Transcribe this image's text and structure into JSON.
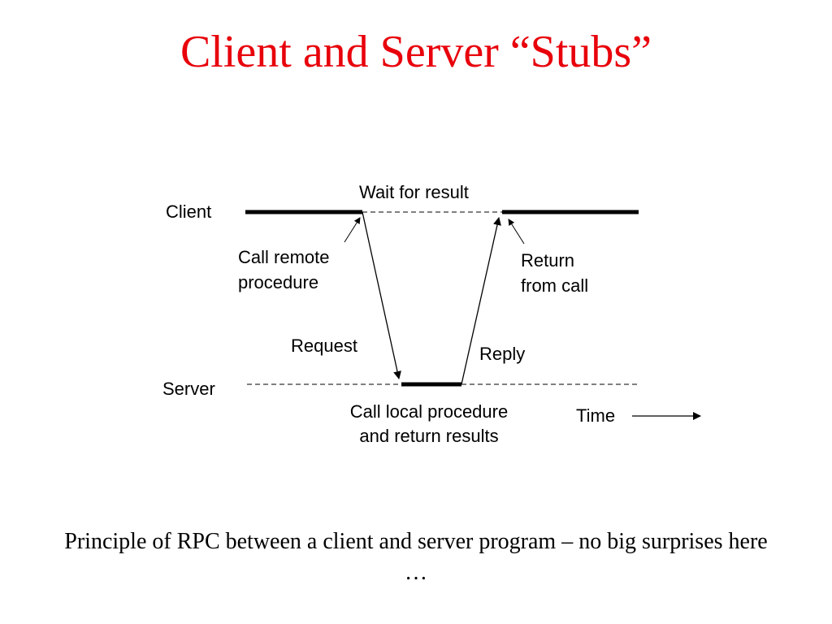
{
  "slide": {
    "title": "Client and Server “Stubs”",
    "title_color": "#e8000b",
    "caption": "Principle of RPC between a client and server program – no big surprises here …"
  },
  "diagram": {
    "labels": {
      "client": "Client",
      "server": "Server",
      "wait_for_result": "Wait for result",
      "call_remote_line1": "Call remote",
      "call_remote_line2": "procedure",
      "return_line1": "Return",
      "return_line2": "from call",
      "request": "Request",
      "reply": "Reply",
      "call_local_line1": "Call local procedure",
      "call_local_line2": "and return results",
      "time": "Time"
    }
  }
}
